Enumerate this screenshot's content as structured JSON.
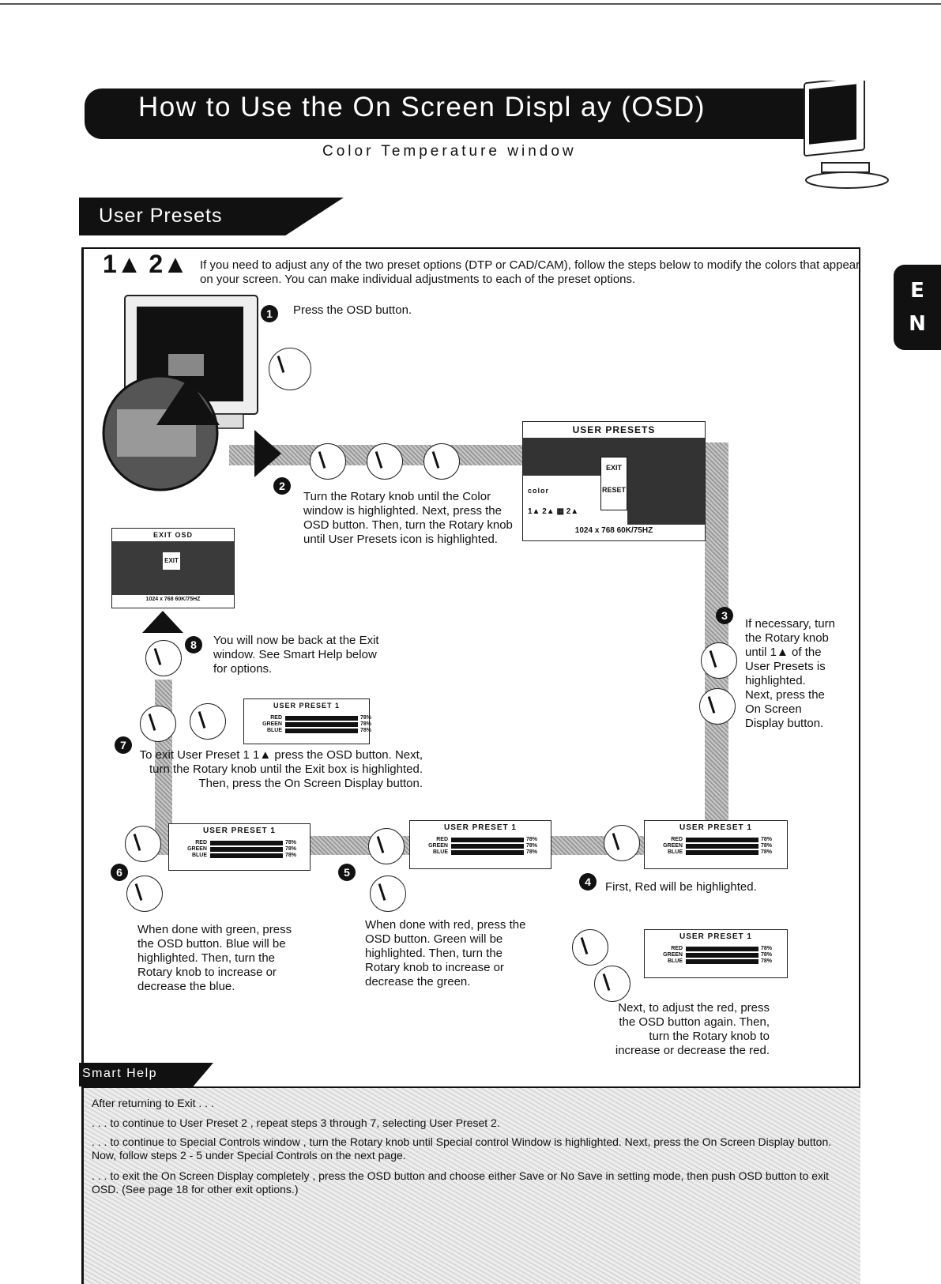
{
  "header": {
    "title": "How to Use the On Screen Displ ay (OSD)",
    "subtitle": "Color Temperature window"
  },
  "side_tab": {
    "line1": "E",
    "line2": "N"
  },
  "section": {
    "title": "User Presets",
    "intro_icons": "1▲ 2▲",
    "intro": "If you need to adjust any of the two preset options (DTP or CAD/CAM), follow the steps below to modify the colors that appear on your screen. You can make individual adjustments to each of the preset options."
  },
  "steps": {
    "s1": {
      "num": "1",
      "text": "Press the OSD button."
    },
    "s2": {
      "num": "2",
      "text": "Turn the Rotary knob until the Color window is highlighted. Next, press the OSD button. Then, turn the Rotary knob until User Presets icon is highlighted."
    },
    "s3": {
      "num": "3",
      "text": "If necessary, turn the Rotary knob until 1▲ of the User Presets is highlighted. Next, press the On Screen Display button."
    },
    "s4": {
      "num": "4",
      "text": "First, Red will be highlighted.",
      "text2": "Next, to adjust the red, press the OSD button again. Then, turn the Rotary knob to increase or decrease the red."
    },
    "s5": {
      "num": "5",
      "text": "When done with red, press the OSD button. Green will be highlighted. Then, turn the Rotary knob to increase or decrease the green."
    },
    "s6": {
      "num": "6",
      "text": "When done with green, press the OSD button. Blue will be highlighted. Then, turn the Rotary knob to increase or decrease the blue."
    },
    "s7": {
      "num": "7",
      "text": "To exit User Preset 1 1▲ press the OSD button. Next, turn the Rotary knob until the Exit box is highlighted. Then, press the On Screen Display button."
    },
    "s8": {
      "num": "8",
      "text": "You will now be back at the Exit window. See Smart Help below for options."
    }
  },
  "osd": {
    "user_presets_head": "USER PRESETS",
    "exit_label": "EXIT",
    "reset_label": "RESET",
    "color_label": "color",
    "icons_row": "1▲ 2▲ ▦ 2▲",
    "resolution": "1024 x 768  60K/75HZ",
    "exit_osd_head": "EXIT OSD",
    "exit_resolution": "1024 x 768  60K/75HZ",
    "preset_head": "USER PRESET 1",
    "red": "RED",
    "green": "GREEN",
    "blue": "BLUE",
    "pct": "78%"
  },
  "smart_help": {
    "title": "Smart Help",
    "line0": "After returning to Exit . . .",
    "line1": ". . . to continue to User Preset 2 , repeat steps 3 through 7, selecting User Preset 2.",
    "line2": ". . . to continue to Special Controls window , turn the Rotary knob until Special control Window is highlighted. Next, press the On Screen Display button. Now, follow steps 2 - 5 under Special Controls on the next page.",
    "line3": ". . . to exit the On Screen Display completely , press the OSD button and choose either Save or No Save in setting mode, then push OSD button to exit OSD. (See page 18 for other exit options.)"
  }
}
